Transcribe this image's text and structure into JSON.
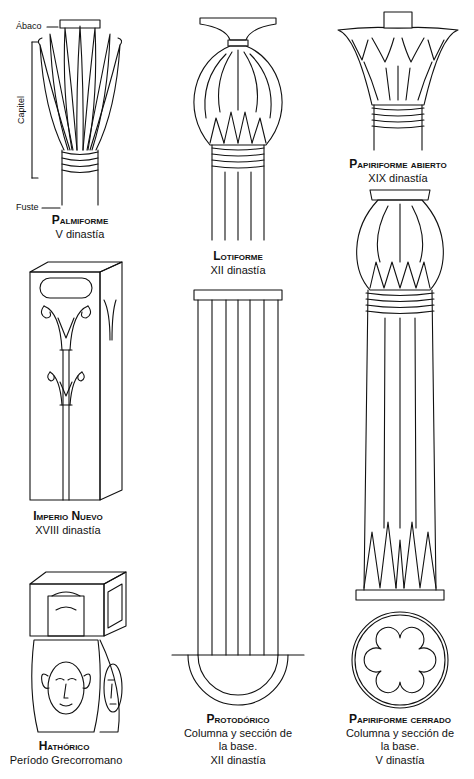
{
  "diagram": {
    "labels": [
      "Ábaco",
      "Capitel",
      "Fuste",
      "Palmiforme",
      "V dinastía",
      "Lotiforme",
      "XII dinastía",
      "Papiriforme abierto",
      "XIX dinastía",
      "Imperio Nuevo",
      "XVIII dinastía",
      "Hathórico",
      "Período Grecorromano",
      "Protodórico",
      "Columna y sección de la base.",
      "XII dinastía",
      "Papiriforme cerrado",
      "Columna y sección de la base.",
      "V dinastía"
    ]
  }
}
